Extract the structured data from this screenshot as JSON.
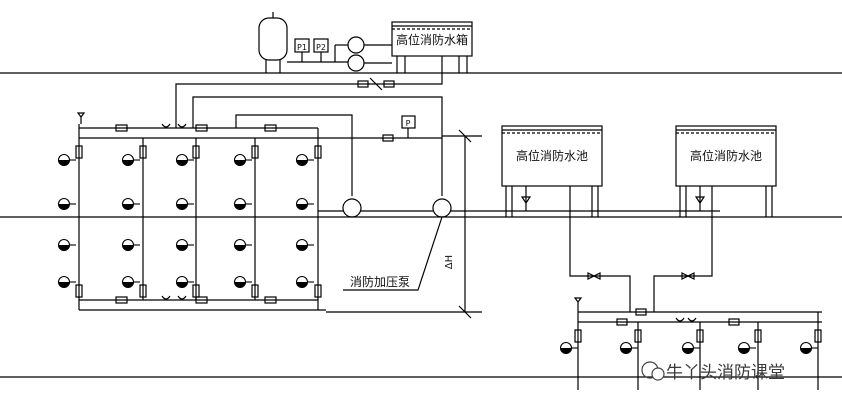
{
  "labels": {
    "roof_tank": "高位消防水箱",
    "pool_left": "高位消防水池",
    "pool_right": "高位消防水池",
    "pump": "消防加压泵",
    "pressure_1": "P1",
    "pressure_2": "P2",
    "pressure_3": "P",
    "height": "ΔH"
  },
  "watermark": "牛丫头消防课堂"
}
